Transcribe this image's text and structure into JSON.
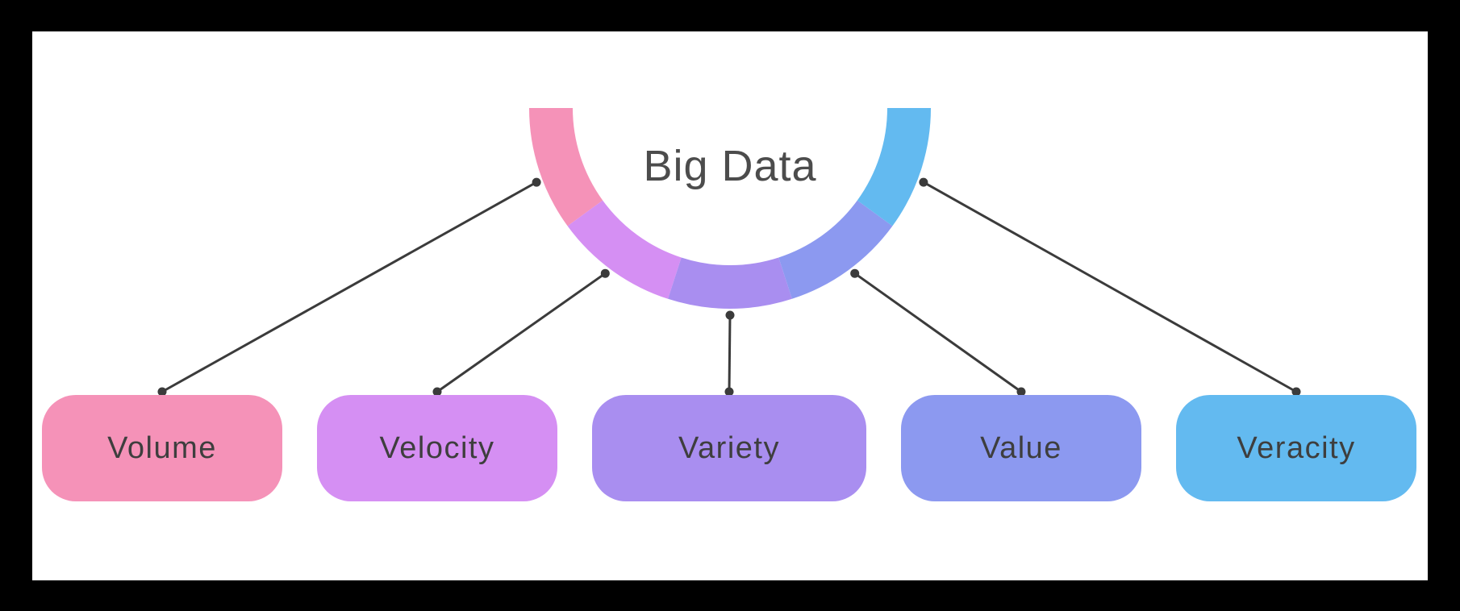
{
  "title": "Big Data",
  "colors": {
    "background": "#000000",
    "canvas": "#ffffff",
    "connector": "#3b3b3b",
    "title_text": "#4c4c4c",
    "label_text": "#3e3e3e"
  },
  "categories": [
    {
      "label": "Volume",
      "color": "#F592B8"
    },
    {
      "label": "Velocity",
      "color": "#D58FF3"
    },
    {
      "label": "Variety",
      "color": "#A98EF0"
    },
    {
      "label": "Value",
      "color": "#8C99F0"
    },
    {
      "label": "Veracity",
      "color": "#63BAF0"
    }
  ]
}
